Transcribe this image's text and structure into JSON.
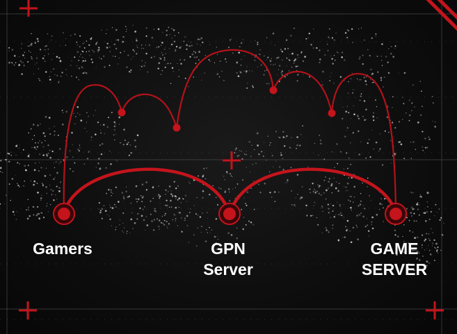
{
  "nodes": {
    "gamers": {
      "line1": "Gamers",
      "line2": ""
    },
    "gpn": {
      "line1": "GPN",
      "line2": "Server"
    },
    "game_server": {
      "line1": "GAME",
      "line2": "SERVER"
    }
  },
  "colors": {
    "accent": "#c4141c",
    "background": "#0b0b0b",
    "grid": "#5a5a5a",
    "city_lights": "#d9d9d9"
  }
}
